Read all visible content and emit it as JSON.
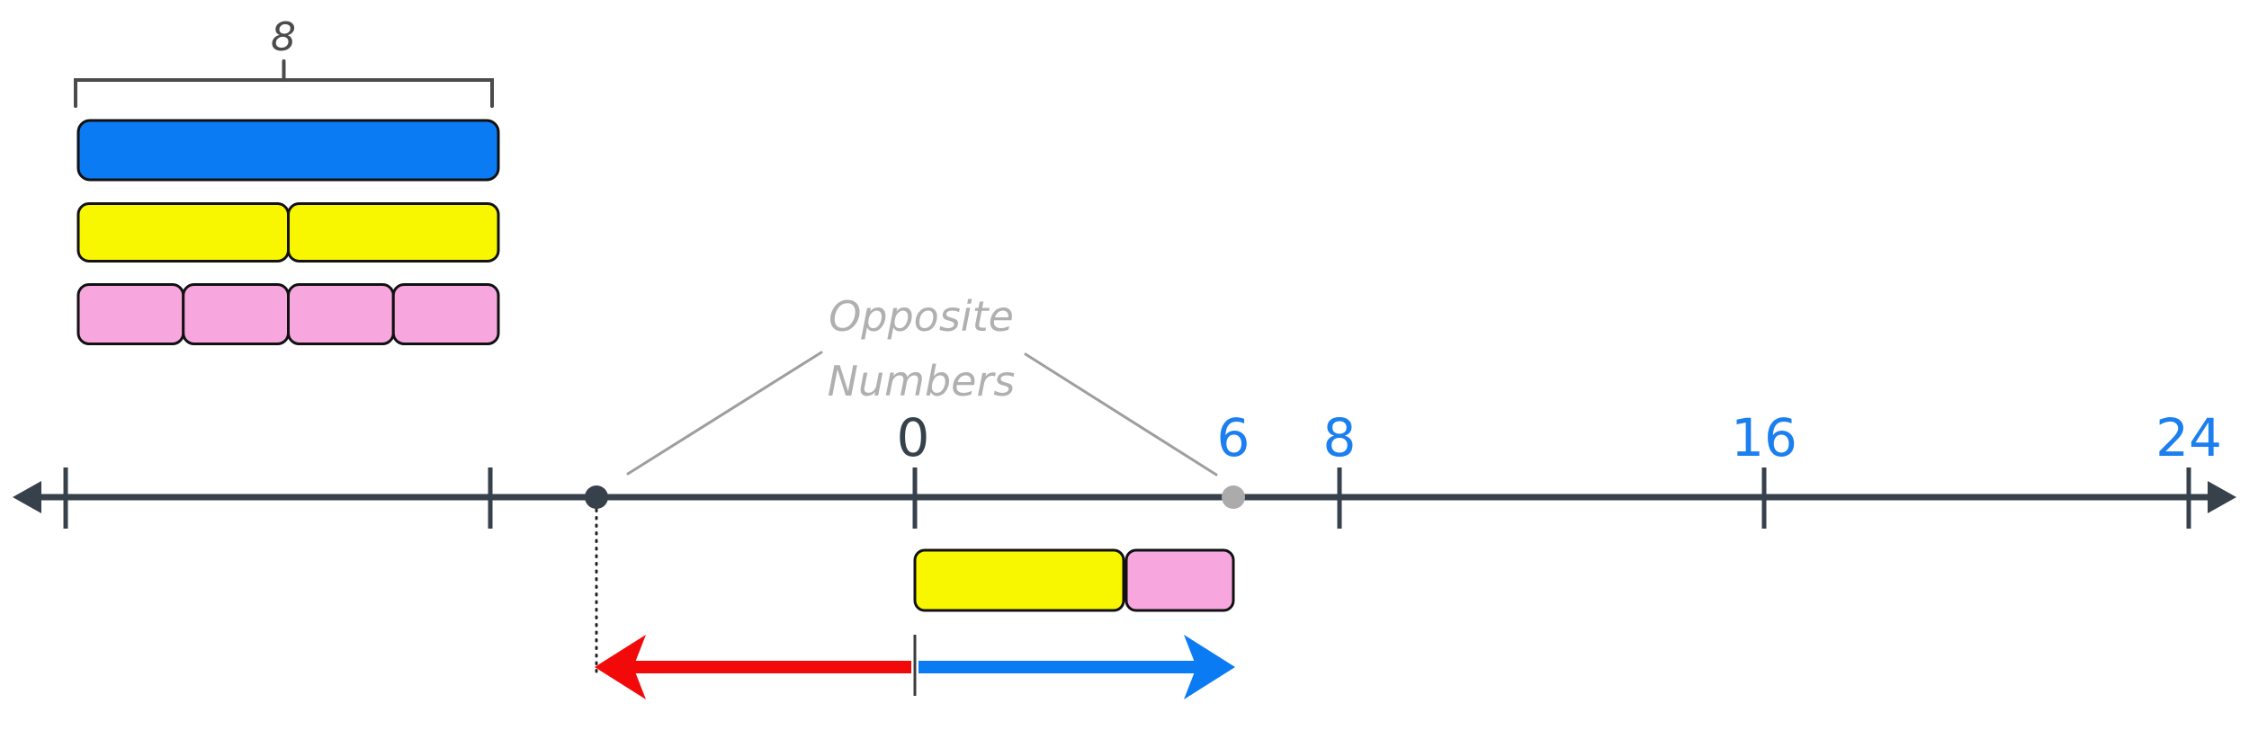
{
  "colors": {
    "blue": "#0b7bf4",
    "yellow": "#f8f700",
    "pink": "#f8a6de",
    "red": "#f20a0a",
    "dark": "#37414c",
    "blue_label": "#1b7ff0",
    "gray_dot": "#ababab",
    "annotation_gray": "#b0b0b0",
    "pointer_gray": "#9e9e9e",
    "bracket_gray": "#4b4b4b"
  },
  "tape_diagram": {
    "total_label": "8",
    "rows": [
      {
        "name": "whole",
        "color": "blue",
        "segments": 1,
        "segment_value": 8
      },
      {
        "name": "halves",
        "color": "yellow",
        "segments": 2,
        "segment_value": 4
      },
      {
        "name": "quarters",
        "color": "pink",
        "segments": 4,
        "segment_value": 2
      }
    ]
  },
  "annotation": {
    "line1": "Opposite",
    "line2": "Numbers"
  },
  "number_line": {
    "tick_values": [
      -16,
      -8,
      0,
      8,
      16,
      24
    ],
    "labels": [
      {
        "value": "0",
        "color_hex": "#37414c"
      },
      {
        "value": "6",
        "color_hex": "#1b7ff0"
      },
      {
        "value": "8",
        "color_hex": "#1b7ff0"
      },
      {
        "value": "16",
        "color_hex": "#1b7ff0"
      },
      {
        "value": "24",
        "color_hex": "#1b7ff0"
      }
    ],
    "points": [
      {
        "value": -6,
        "style": "black dot"
      },
      {
        "value": 6,
        "style": "gray dot"
      }
    ]
  },
  "distance_model": {
    "bars": [
      {
        "color": "yellow",
        "from": 0,
        "to": 4
      },
      {
        "color": "pink",
        "from": 4,
        "to": 6
      }
    ],
    "arrows": [
      {
        "color": "red",
        "from": 0,
        "to": -6
      },
      {
        "color": "blue",
        "from": 0,
        "to": 6
      }
    ]
  }
}
